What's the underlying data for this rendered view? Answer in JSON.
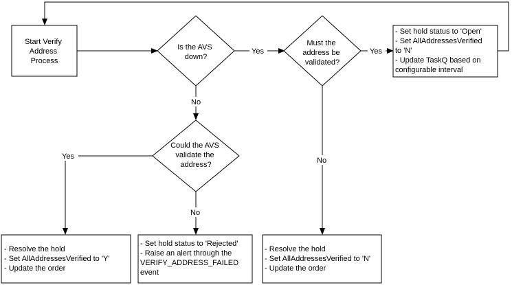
{
  "nodes": {
    "start": {
      "lines": [
        "Start Verify",
        "Address",
        "Process"
      ]
    },
    "avs_down": {
      "lines": [
        "Is the AVS",
        "down?"
      ]
    },
    "must_validate": {
      "lines": [
        "Must the",
        "address be",
        "validated?"
      ]
    },
    "hold_open": {
      "lines": [
        "- Set hold status to 'Open'",
        "- Set AllAddressesVerified",
        "to 'N'",
        "- Update TaskQ based on",
        "configurable interval"
      ]
    },
    "avs_could": {
      "lines": [
        "Could the AVS",
        "validate the",
        "address?"
      ]
    },
    "resolve_y": {
      "lines": [
        "- Resolve the hold",
        "- Set AllAddressesVerified to 'Y'",
        "- Update the order"
      ]
    },
    "rejected": {
      "lines": [
        "- Set hold status to 'Rejected'",
        "- Raise an alert through the",
        "VERIFY_ADDRESS_FAILED",
        "event"
      ]
    },
    "resolve_n": {
      "lines": [
        "- Resolve the hold",
        "- Set AllAddressesVerified to 'N'",
        "- Update the order"
      ]
    }
  },
  "edge_labels": {
    "avs_down_yes": "Yes",
    "must_validate_yes": "Yes",
    "avs_down_no": "No",
    "avs_could_yes": "Yes",
    "avs_could_no": "No",
    "must_validate_no": "No"
  }
}
